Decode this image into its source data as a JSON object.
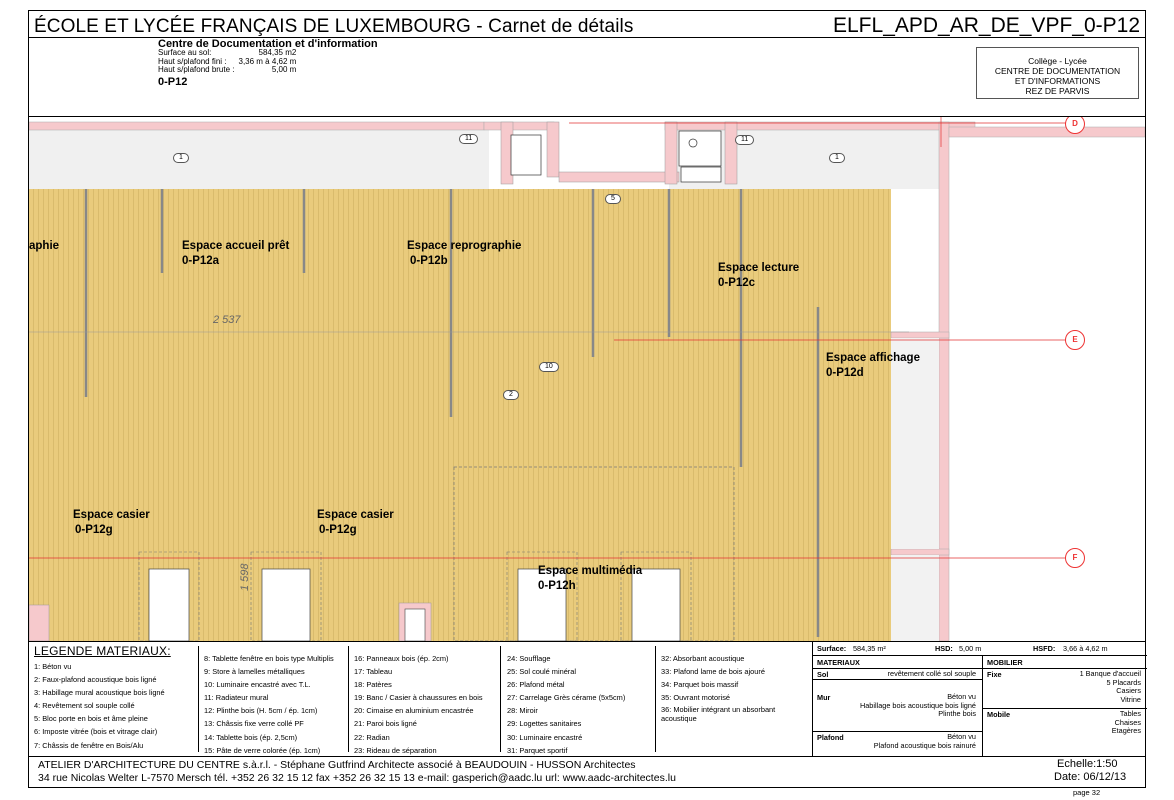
{
  "header": {
    "title": "ÉCOLE ET LYCÉE FRANÇAIS DE LUXEMBOURG - Carnet de détails",
    "code": "ELFL_APD_AR_DE_VPF_0-P12"
  },
  "room_info": {
    "name": "Centre de Documentation et d'information",
    "rows": [
      {
        "label": "Surface au sol:",
        "value": "584,35 m2"
      },
      {
        "label": "Haut s/plafond fini :",
        "value": "3,36 m à 4,62 m"
      },
      {
        "label": "Haut s/plafond brute :",
        "value": "5,00 m"
      }
    ],
    "code": "0-P12"
  },
  "context_box": {
    "lines": [
      "Collège - Lycée",
      "CENTRE DE DOCUMENTATION",
      "ET D'INFORMATIONS",
      "REZ DE PARVIS"
    ]
  },
  "plan": {
    "rooms": [
      {
        "name": "aphie",
        "code": ""
      },
      {
        "name": "Espace accueil prêt",
        "code": "0-P12a"
      },
      {
        "name": "Espace reprographie",
        "code": "0-P12b"
      },
      {
        "name": "Espace lecture",
        "code": "0-P12c"
      },
      {
        "name": "Espace affichage",
        "code": "0-P12d"
      },
      {
        "name": "Espace casier",
        "code": "0-P12g"
      },
      {
        "name": "Espace casier",
        "code": "0-P12g"
      },
      {
        "name": "Espace multimédia",
        "code": "0-P12h"
      }
    ],
    "tags": [
      "1",
      "11",
      "11",
      "1",
      "5",
      "10",
      "2"
    ],
    "grid_bubbles": [
      "D",
      "E",
      "F"
    ],
    "dims": [
      "2 537",
      "1 598"
    ],
    "colors": {
      "floor": "#e8c978",
      "wall": "#f6c9cc",
      "grid": "#e33333"
    }
  },
  "legend": {
    "title": "LEGENDE MATERIAUX:",
    "columns": [
      [
        "1:  Béton vu",
        "2: Faux-plafond acoustique bois ligné",
        "3: Habillage mural acoustique bois ligné",
        "4: Revêtement sol souple collé",
        "5: Bloc porte en bois et âme pleine",
        "6: Imposte vitrée (bois et vitrage clair)",
        "7: Châssis de fenêtre en Bois/Alu"
      ],
      [
        "8: Tablette fenêtre en bois type Multiplis",
        "9: Store à lamelles métalliques",
        "10: Luminaire encastré avec T.L.",
        "11: Radiateur mural",
        "12: Plinthe bois  (H. 5cm / ép. 1cm)",
        "13: Châssis fixe verre collé PF",
        "14: Tablette bois (ép. 2,5cm)",
        "15: Pâte de verre colorée (ép. 1cm)"
      ],
      [
        "16: Panneaux bois (ép. 2cm)",
        "17: Tableau",
        "18: Patères",
        "19: Banc / Casier à chaussures en bois",
        "20: Cimaise en aluminium encastrée",
        "21: Paroi bois ligné",
        "22: Radian",
        "23: Rideau de séparation"
      ],
      [
        "24: Soufflage",
        "25: Sol coulé minéral",
        "26: Plafond métal",
        "27: Carrelage Grès cérame (5x5cm)",
        "28: Miroir",
        "29: Logettes sanitaires",
        "30: Luminaire encastré",
        "31: Parquet sportif"
      ],
      [
        "32: Absorbant acoustique",
        "33: Plafond lame de bois ajouré",
        "34: Parquet bois massif",
        "35: Ouvrant motorisé",
        "36: Mobilier intégrant un absorbant acoustique"
      ]
    ]
  },
  "specs": {
    "surface_label": "Surface:",
    "surface_value": "584,35 m²",
    "hsd_label": "HSD:",
    "hsd_value": "5,00 m",
    "hsfd_label": "HSFD:",
    "hsfd_value": "3,66 à 4,62 m",
    "materiaux_title": "MATERIAUX",
    "sol_label": "Sol",
    "sol_value": "revêtement collé sol souple",
    "mur_label": "Mur",
    "mur_lines": [
      "Béton vu",
      "Habillage bois acoustique bois ligné",
      "Plinthe bois"
    ],
    "plafond_label": "Plafond",
    "plafond_lines": [
      "Béton vu",
      "Plafond acoustique bois rainuré"
    ],
    "mobilier_title": "MOBILIER",
    "fixe_label": "Fixe",
    "fixe_lines": [
      "1 Banque d'accueil",
      "5 Placards",
      "Casiers",
      "Vitrine"
    ],
    "mobile_label": "Mobile",
    "mobile_lines": [
      "Tables",
      "Chaises",
      "Etagères"
    ]
  },
  "footer": {
    "line1": "ATELIER D'ARCHITECTURE DU CENTRE s.à.r.l. - Stéphane Gutfrind Architecte associé à BEAUDOUIN - HUSSON Architectes",
    "line2": "34 rue Nicolas Welter   L-7570 Mersch   tél. +352 26 32 15 12   fax +352 26 32 15 13   e-mail: gasperich@aadc.lu   url: www.aadc-architectes.lu",
    "scale": "Echelle:1:50",
    "date": "Date: 06/12/13",
    "page": "page 32"
  }
}
